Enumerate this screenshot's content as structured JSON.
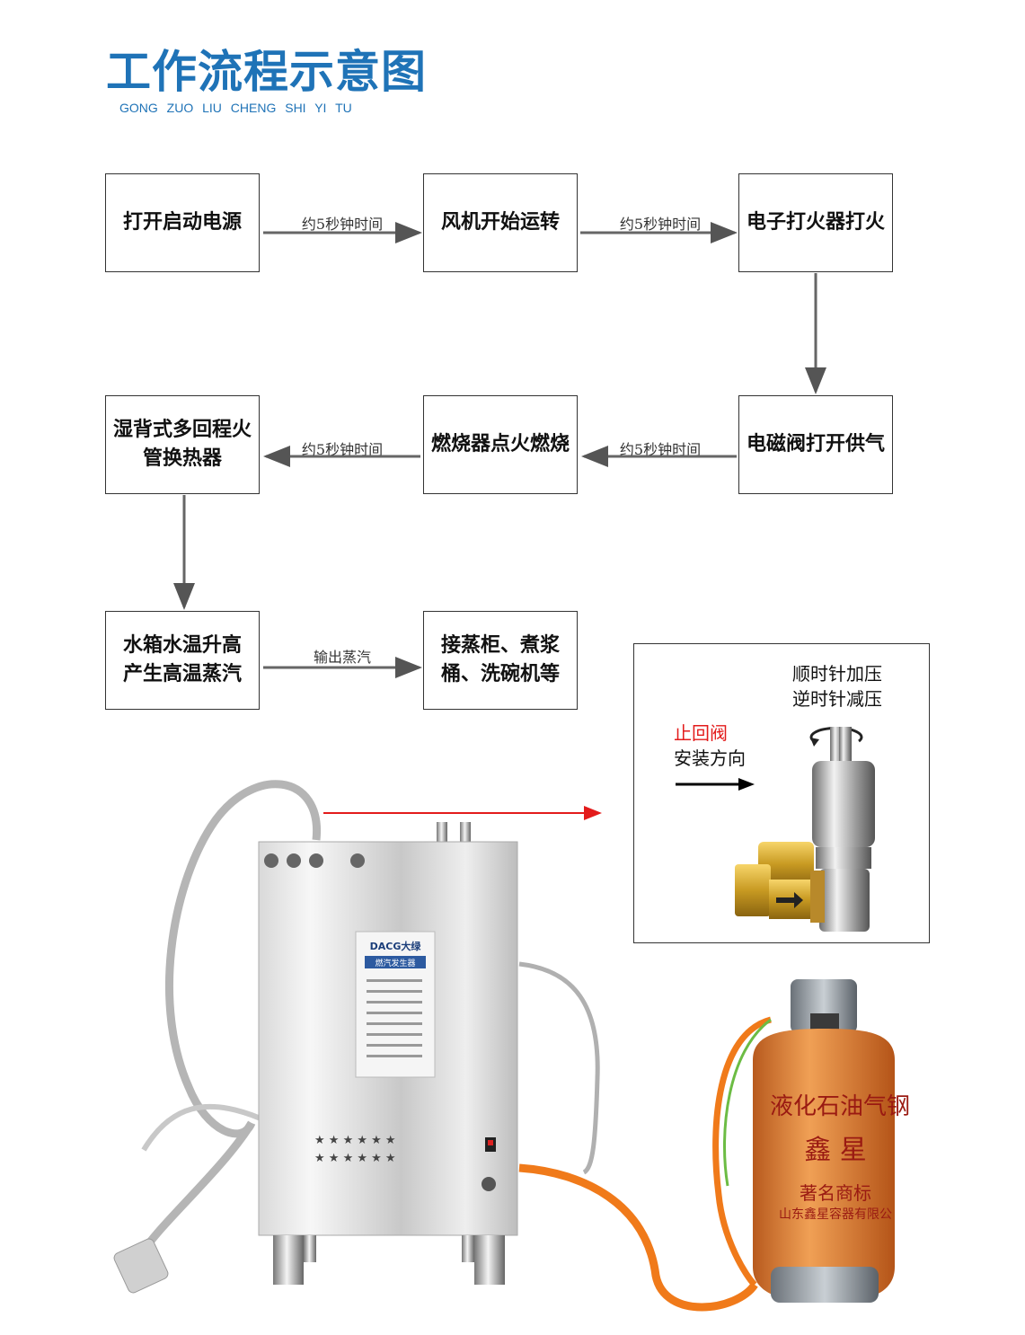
{
  "header": {
    "title": "工作流程示意图",
    "subtitle": "GONG ZUO LIU CHENG SHI YI TU"
  },
  "flow": {
    "steps": [
      "打开启动电源",
      "风机开始运转",
      "电子打火器打火",
      "湿背式多回程火\n管换热器",
      "燃烧器点火燃烧",
      "电磁阀打开供气",
      "水箱水温升高\n产生高温蒸汽",
      "接蒸柜、煮浆\n桶、洗碗机等"
    ],
    "labels": [
      "约5秒钟时间",
      "约5秒钟时间",
      "约5秒钟时间",
      "约5秒钟时间",
      "输出蒸汽"
    ]
  },
  "inset": {
    "pressure_line1": "顺时针加压",
    "pressure_line2": "逆时针减压",
    "valve_name": "止回阀",
    "install_direction": "安装方向"
  },
  "product": {
    "brand": "DACG大绿",
    "panel_title": "燃汽发生器",
    "tank_text_line1": "液化石油气钢",
    "tank_text_line2": "鑫  星",
    "tank_text_line3": "著名商标",
    "tank_text_line4": "山东鑫星容器有限公"
  },
  "colors": {
    "title": "#1f73b7",
    "red_arrow": "#e31b1b",
    "hose_orange": "#f07a1a",
    "tank_orange": "#e8893a"
  }
}
